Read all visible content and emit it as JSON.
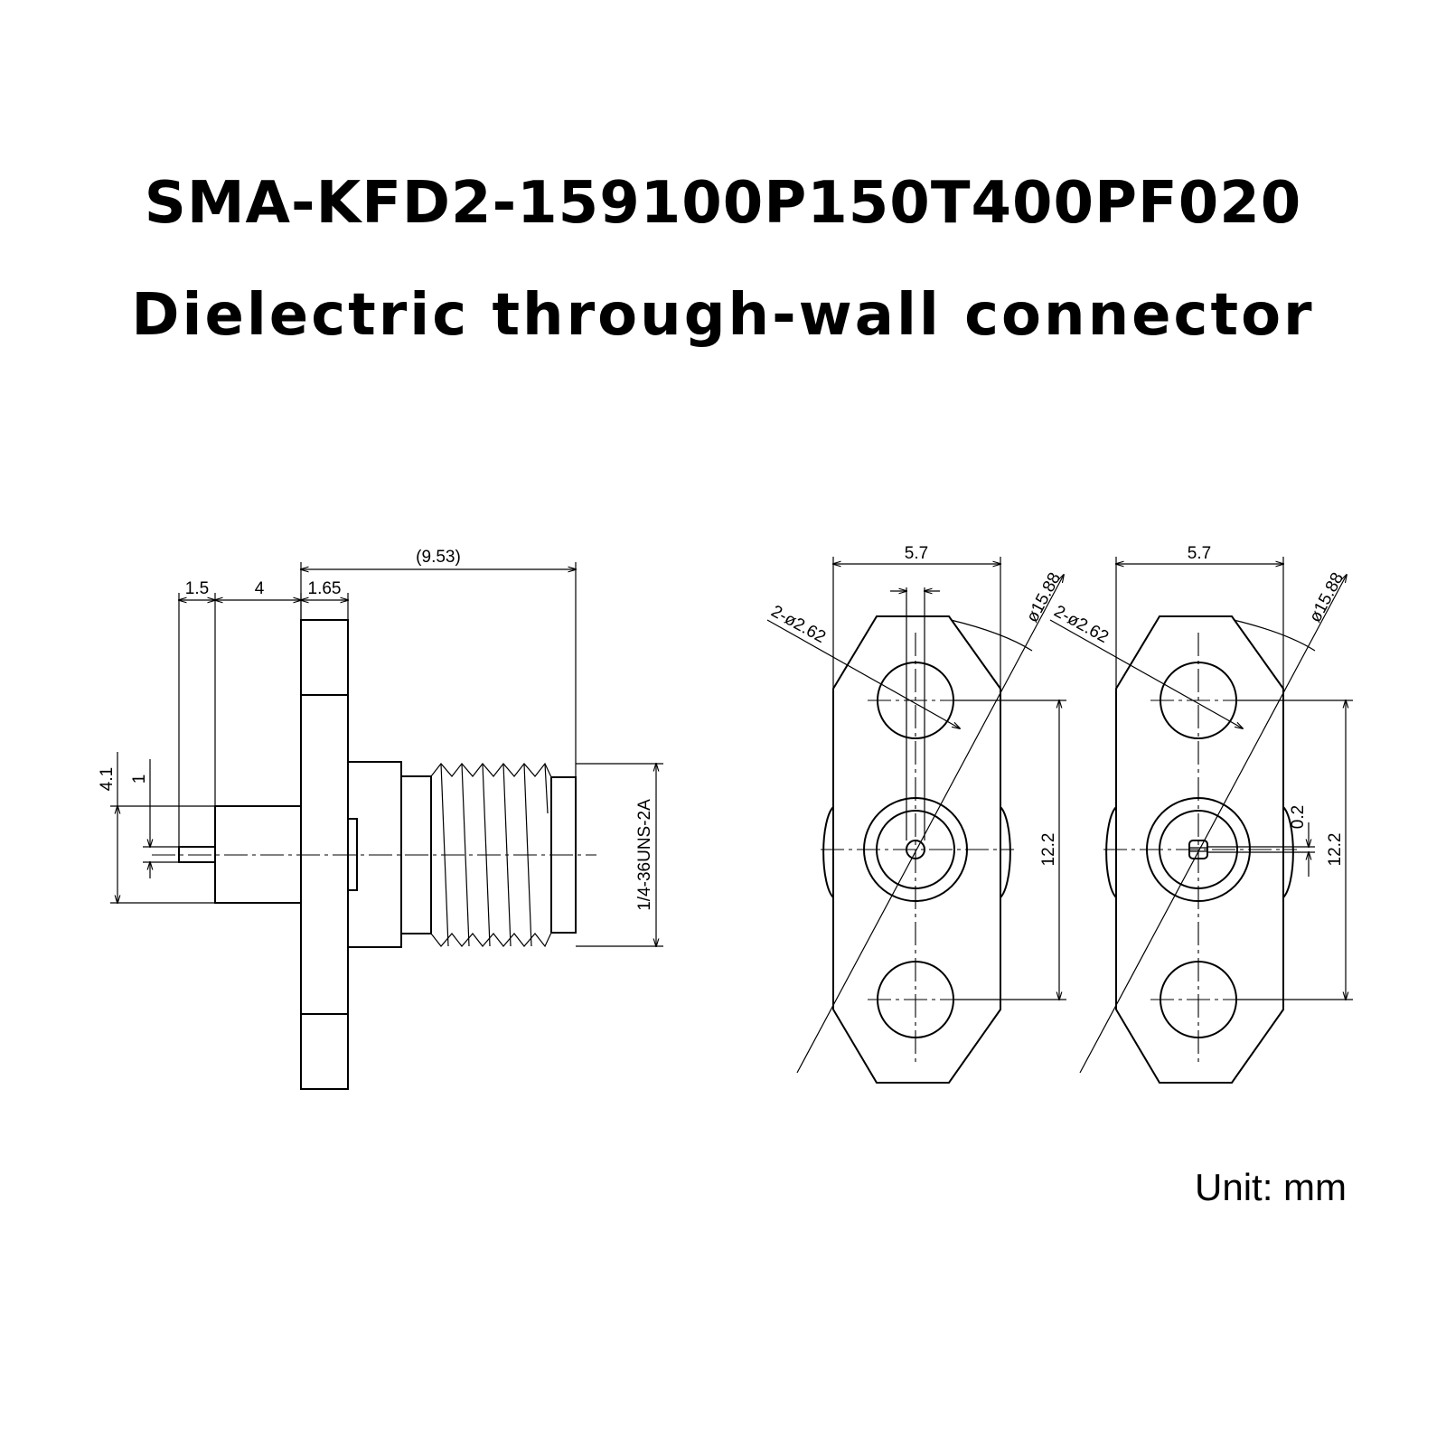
{
  "title": "SMA-KFD2-159100P150T400PF020",
  "subtitle": "Dielectric through-wall connector",
  "unit_note": "Unit: mm",
  "side_view": {
    "dim_overall": "(9.53)",
    "dim_pin_len": "1.5",
    "dim_body_len": "4",
    "dim_flange_thk": "1.65",
    "dim_body_dia": "4.1",
    "dim_pin_dia": "1",
    "dim_thread": "1/4-36UNS-2A"
  },
  "front_view_a": {
    "dim_width": "5.7",
    "dim_holes": "2-ø2.62",
    "dim_radius": "ø15.88",
    "dim_hole_pitch": "12.2"
  },
  "front_view_b": {
    "dim_width": "5.7",
    "dim_holes": "2-ø2.62",
    "dim_radius": "ø15.88",
    "dim_hole_pitch": "12.2",
    "dim_slot": "0.2"
  }
}
